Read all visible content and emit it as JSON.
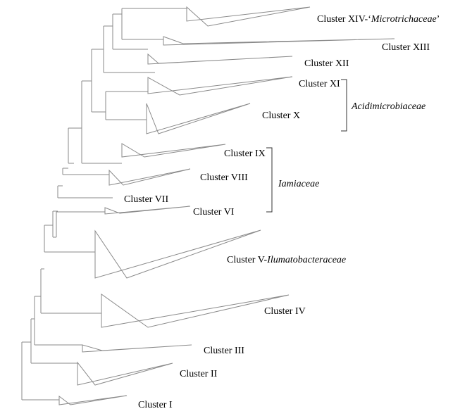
{
  "clusters": {
    "c14_prefix": "Cluster XIV-‘",
    "c14_italic": "Microtrichaceae",
    "c14_suffix": "’",
    "c13": "Cluster XIII",
    "c12": "Cluster XII",
    "c11": "Cluster XI",
    "c10": "Cluster X",
    "c9": "Cluster IX",
    "c8": "Cluster VIII",
    "c7": "Cluster VII",
    "c6": "Cluster VI",
    "c5_prefix": "Cluster V-",
    "c5_italic": "Ilumatobacteraceae",
    "c4": "Cluster IV",
    "c3": "Cluster III",
    "c2": "Cluster II",
    "c1": "Cluster I"
  },
  "families": {
    "acidimicrobiaceae": "Acidimicrobiaceae",
    "iamiaceae": "Iamiaceae"
  }
}
